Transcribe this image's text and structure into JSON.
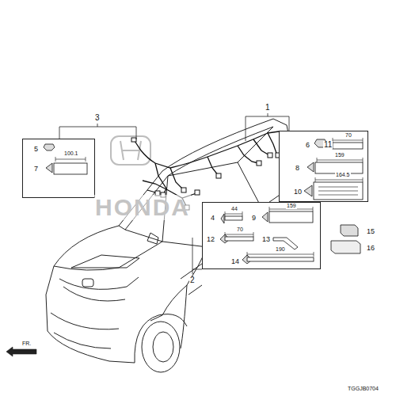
{
  "diagram": {
    "nodes": [
      {
        "text": [
          "5",
          "7",
          "100.1"
        ]
      },
      {
        "text": [
          "6",
          "11",
          "70",
          "8",
          "159",
          "10",
          "164.5"
        ]
      },
      {
        "text": [
          "4",
          "44",
          "9",
          "159",
          "12",
          "70",
          "13",
          "14",
          "190"
        ]
      }
    ],
    "labels": [
      "3",
      "1",
      "2",
      "15",
      "16",
      "FR.",
      "TGGJB0704",
      "HONDA"
    ]
  }
}
